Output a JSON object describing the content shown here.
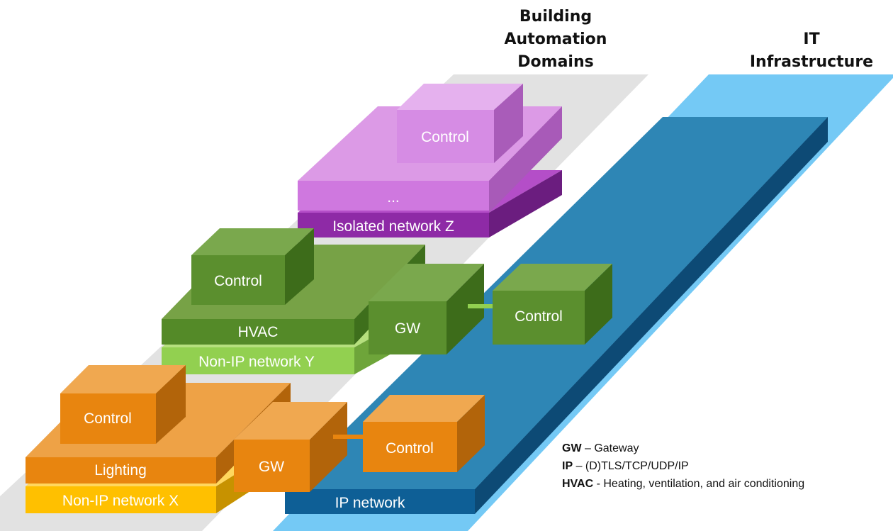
{
  "headers": {
    "building_automation": [
      "Building",
      "Automation",
      "Domains"
    ],
    "it_infrastructure": [
      "IT",
      "Infrastructure"
    ]
  },
  "domains": {
    "isolated": {
      "control_label": "Control",
      "ellipsis_label": "...",
      "network_label": "Isolated network Z"
    },
    "hvac": {
      "control_label": "Control",
      "domain_label": "HVAC",
      "gw_label": "GW",
      "network_label": "Non-IP network Y",
      "ip_control_label": "Control"
    },
    "lighting": {
      "control_label": "Control",
      "domain_label": "Lighting",
      "gw_label": "GW",
      "network_label": "Non-IP network X",
      "ip_control_label": "Control"
    }
  },
  "ip_network": {
    "label": "IP network"
  },
  "legend": [
    {
      "key": "GW",
      "text": " – Gateway"
    },
    {
      "key": "IP",
      "text": " – (D)TLS/TCP/UDP/IP"
    },
    {
      "key": "HVAC",
      "text": " - Heating, ventilation, and air conditioning"
    }
  ],
  "colors": {
    "purple": "#c86dd7",
    "green": "#5a8f2e",
    "light_green": "#92d050",
    "orange": "#e8820f",
    "yellow": "#ffc000",
    "ip_blue": "#2e86b5",
    "it_light_blue": "#74c9f5",
    "gray_strip": "#e2e2e2"
  }
}
